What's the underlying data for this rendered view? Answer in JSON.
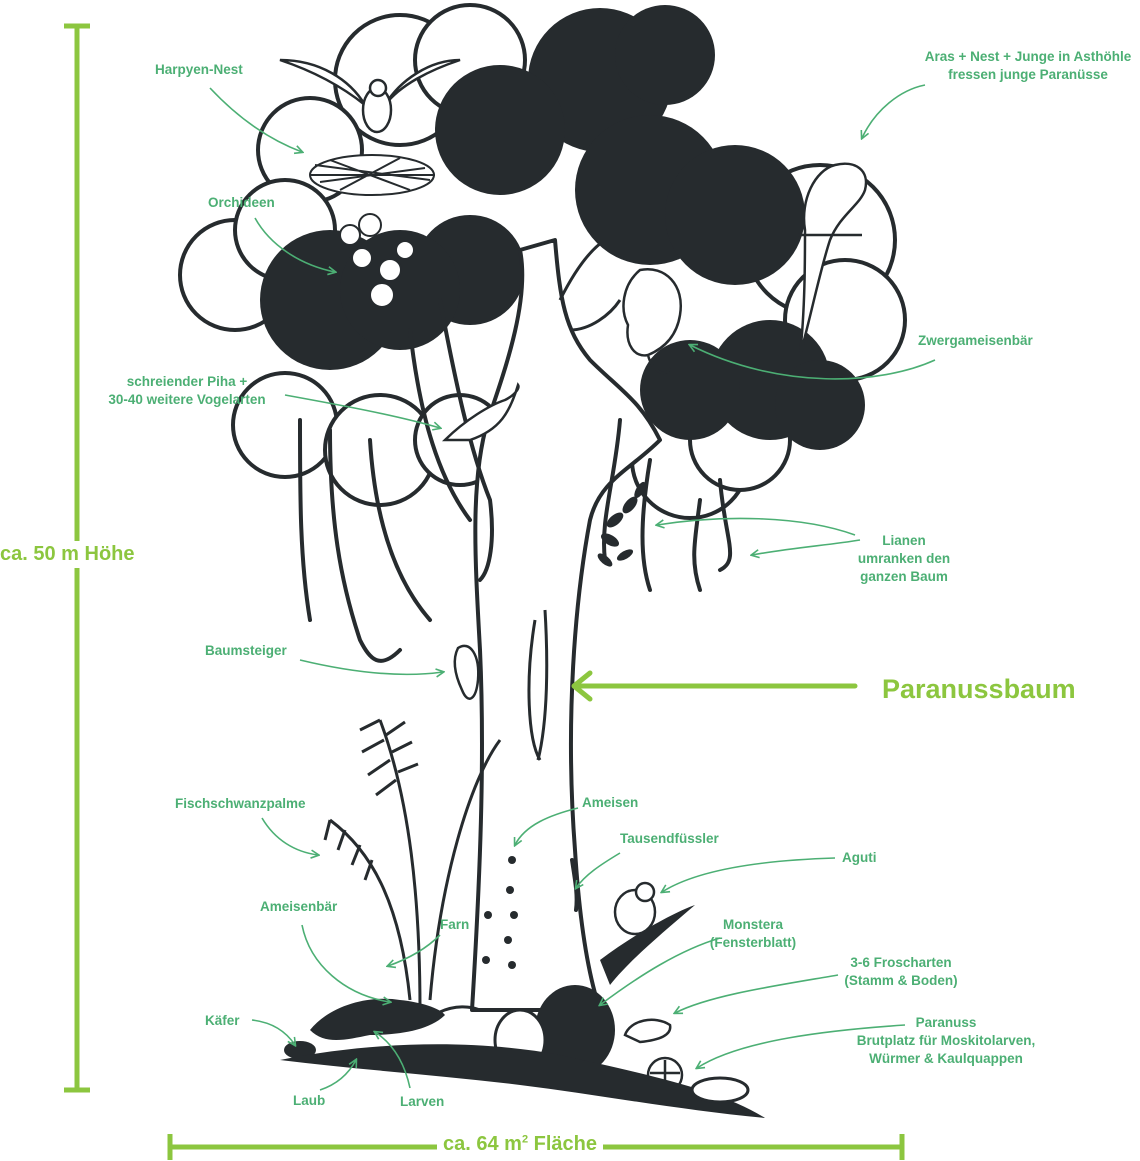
{
  "dimensions": {
    "height_label": "ca. 50 m Höhe",
    "area_value": "ca. 64 m",
    "area_sup": "2",
    "area_unit": "Fläche"
  },
  "title": "Paranussbaum",
  "labels": {
    "harpyie": "Harpyen-Nest",
    "aras_1": "Aras + Nest + Junge in Asthöhle",
    "aras_2": "fressen junge Paranüsse",
    "orchideen": "Orchideen",
    "zwergameisenbaer": "Zwergameisenbär",
    "piha_1": "schreiender Piha +",
    "piha_2": "30-40 weitere Vogelarten",
    "lianen_1": "Lianen",
    "lianen_2": "umranken den",
    "lianen_3": "ganzen Baum",
    "baumsteiger": "Baumsteiger",
    "fischschwanzpalme": "Fischschwanzpalme",
    "ameisen": "Ameisen",
    "tausendfuessler": "Tausendfüssler",
    "aguti": "Aguti",
    "ameisenbaer": "Ameisenbär",
    "farn": "Farn",
    "monstera_1": "Monstera",
    "monstera_2": "(Fensterblatt)",
    "froscharten_1": "3-6 Froscharten",
    "froscharten_2": "(Stamm & Boden)",
    "kaefer": "Käfer",
    "paranuss_1": "Paranuss",
    "paranuss_2": "Brutplatz für Moskitolarven,",
    "paranuss_3": "Würmer & Kaulquappen",
    "laub": "Laub",
    "larven": "Larven"
  },
  "colors": {
    "label_green": "#4caf74",
    "accent_lime": "#8cc63f",
    "ink": "#262b2e"
  }
}
